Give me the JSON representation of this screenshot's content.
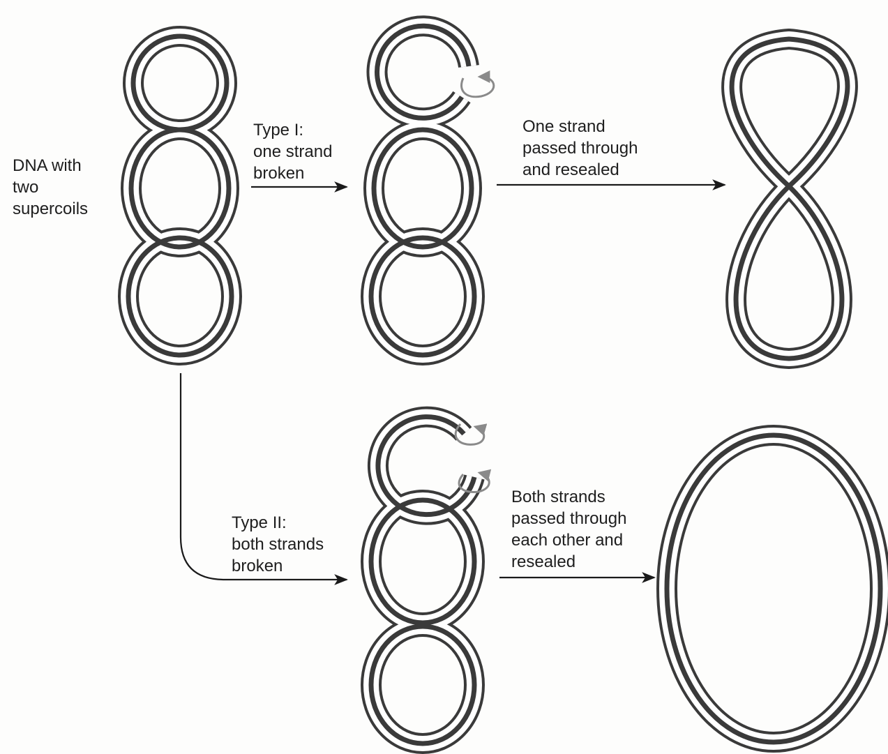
{
  "labels": {
    "start": {
      "lines": [
        "DNA with",
        "two",
        "supercoils"
      ]
    },
    "type1": {
      "lines": [
        "Type I:",
        "one strand",
        "broken"
      ]
    },
    "type1_result": {
      "lines": [
        "One strand",
        "passed through",
        "and resealed"
      ]
    },
    "type2": {
      "lines": [
        "Type II:",
        "both strands",
        "broken"
      ]
    },
    "type2_result": {
      "lines": [
        "Both strands",
        "passed through",
        "each other and",
        "resealed"
      ]
    }
  },
  "colors": {
    "strand": "#3a3a3a",
    "strand_gap": "#ffffff",
    "arrow": "#1a1a1a",
    "rotation_arrow": "#8a8a8a",
    "text": "#1e1e1e"
  }
}
